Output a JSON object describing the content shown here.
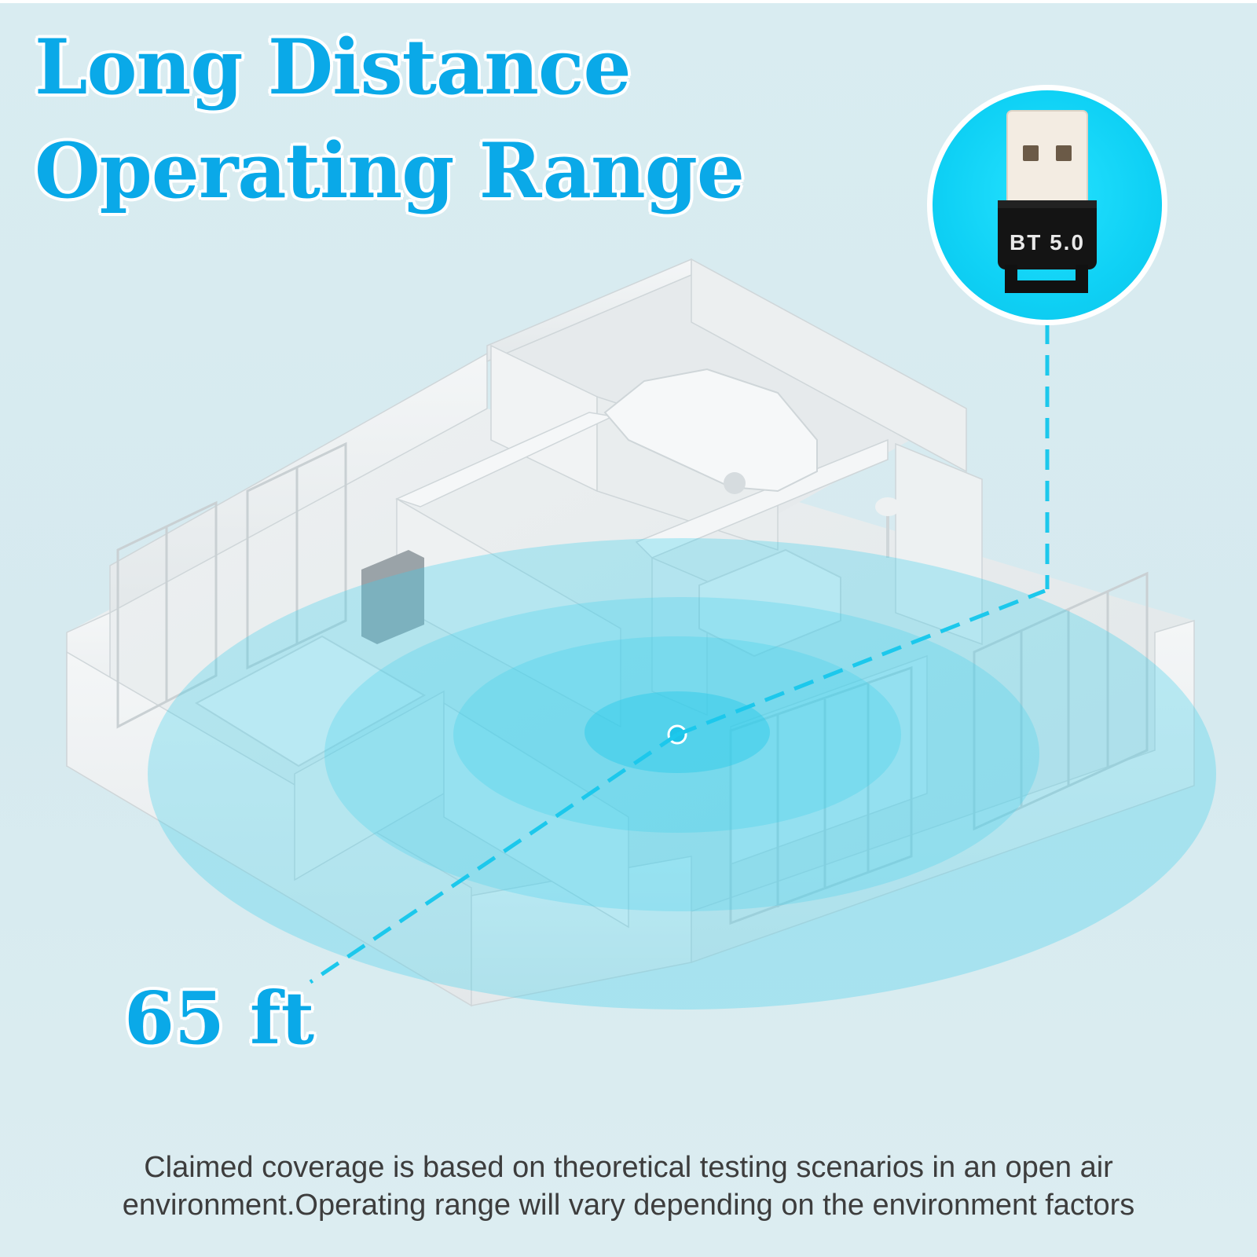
{
  "headline": {
    "line1": "Long Distance",
    "line2": "Operating Range"
  },
  "device": {
    "label": "BT 5.0",
    "icon": "usb-bluetooth-adapter-icon"
  },
  "range": {
    "distance": "65 ft"
  },
  "disclaimer": {
    "line1": "Claimed coverage is based on theoretical testing scenarios in an open air",
    "line2": "environment.Operating range will vary depending on the environment factors"
  },
  "colors": {
    "accent": "#0aa9e8",
    "signal": "#3fd0ec",
    "text": "#3d3d3d",
    "background": "#d9ecf1"
  }
}
